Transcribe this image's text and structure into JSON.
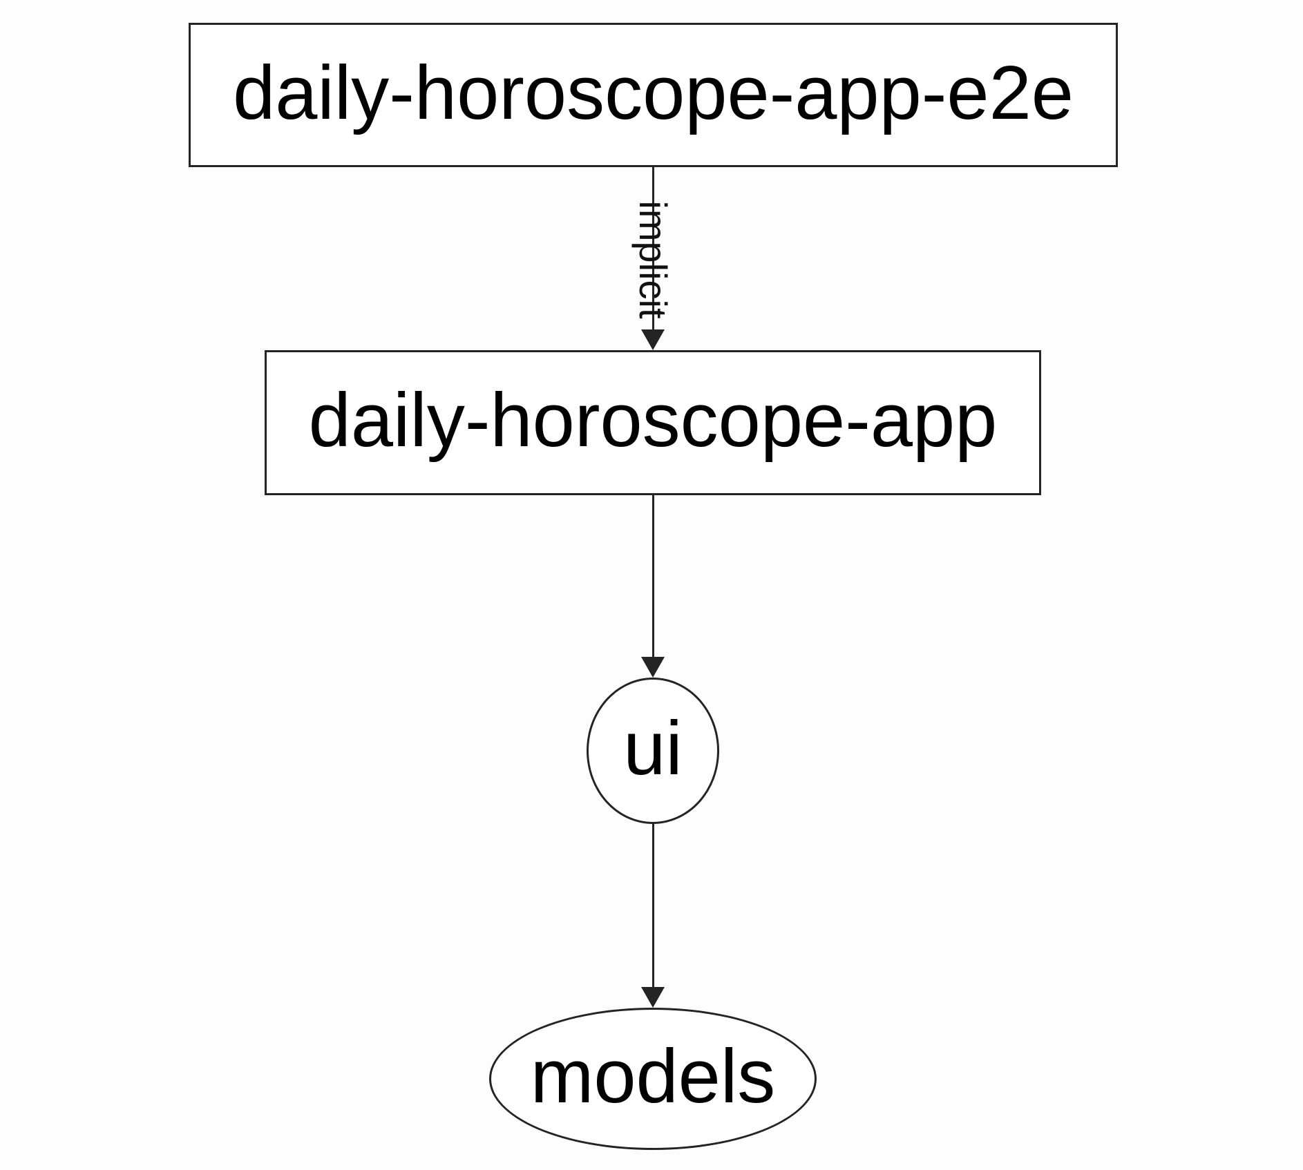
{
  "diagram": {
    "kind": "dependency-graph",
    "nodes": [
      {
        "id": "daily-horoscope-app-e2e",
        "label": "daily-horoscope-app-e2e",
        "shape": "rectangle"
      },
      {
        "id": "daily-horoscope-app",
        "label": "daily-horoscope-app",
        "shape": "rectangle"
      },
      {
        "id": "ui",
        "label": "ui",
        "shape": "ellipse"
      },
      {
        "id": "models",
        "label": "models",
        "shape": "ellipse"
      }
    ],
    "edges": [
      {
        "from": "daily-horoscope-app-e2e",
        "to": "daily-horoscope-app",
        "label": "implicit",
        "label_rotation_deg": 90,
        "style": "solid",
        "arrowhead": "filled-triangle-down"
      },
      {
        "from": "daily-horoscope-app",
        "to": "ui",
        "label": "",
        "style": "solid",
        "arrowhead": "filled-triangle-down"
      },
      {
        "from": "ui",
        "to": "models",
        "label": "",
        "style": "solid",
        "arrowhead": "filled-triangle-down"
      }
    ],
    "colors": {
      "background": "#fdfdfd",
      "node_fill": "#ffffff",
      "stroke": "#242424",
      "text": "#000000"
    }
  }
}
